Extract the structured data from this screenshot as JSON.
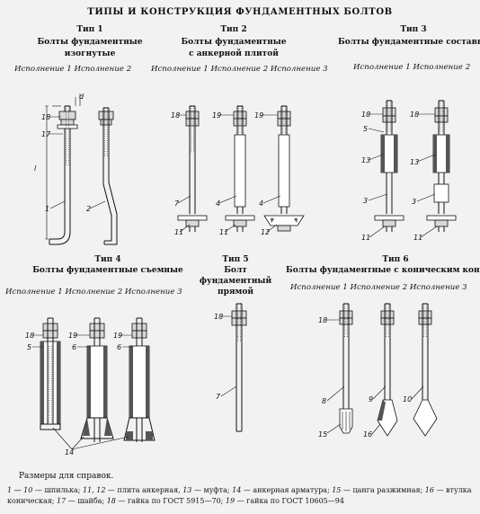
{
  "title": "ТИПЫ И КОНСТРУКЦИЯ ФУНДАМЕНТНЫХ БОЛТОВ",
  "types": [
    {
      "label": "Тип 1",
      "name1": "Болты фундаментные",
      "name2": "изогнутые",
      "variants": "Исполнение 1 Исполнение 2"
    },
    {
      "label": "Тип 2",
      "name1": "Болты фундаментные",
      "name2": "с анкерной плитой",
      "variants": "Исполнение 1 Исполнение 2 Исполнение 3"
    },
    {
      "label": "Тип 3",
      "name1": "Болты фундаментные составные",
      "variants": "Исполнение 1 Исполнение 2"
    },
    {
      "label": "Тип 4",
      "name1": "Болты фундаментные съемные",
      "variants": "Исполнение 1 Исполнение 2 Исполнение 3"
    },
    {
      "label": "Тип 5",
      "name1": "Болт",
      "name2": "фундаментный",
      "name3": "прямой"
    },
    {
      "label": "Тип 6",
      "name1": "Болты фундаментные с коническим концом",
      "variants": "Исполнение 1 Исполнение 2 Исполнение 3"
    }
  ],
  "dims": {
    "d": "d",
    "l": "l"
  },
  "callouts": {
    "c1": "1",
    "c2": "2",
    "c3": "3",
    "c4": "4",
    "c5": "5",
    "c6": "6",
    "c7": "7",
    "c8": "8",
    "c9": "9",
    "c10": "10",
    "c11": "11",
    "c12": "12",
    "c13": "13",
    "c14": "14",
    "c15": "15",
    "c16": "16",
    "c17": "17",
    "c18": "18",
    "c19": "19"
  },
  "reference_note": "Размеры для справок.",
  "legend": {
    "p1": "1 — 10",
    "p1t": " — шпилька; ",
    "p2": "11, 12",
    "p2t": " — плита анкерная, ",
    "p3": "13",
    "p3t": " — муфта; ",
    "p4": "14",
    "p4t": " — анкерная арматура; ",
    "p5": "15",
    "p5t": " — цанга разжимная; ",
    "p6": "16",
    "p6t": " — втулка коническая; ",
    "p7": "17",
    "p7t": " — шайба; ",
    "p8": "18",
    "p8t": " — гайка по ГОСТ 5915—70; ",
    "p9": "19",
    "p9t": " — гайка по ГОСТ 10605—94"
  }
}
